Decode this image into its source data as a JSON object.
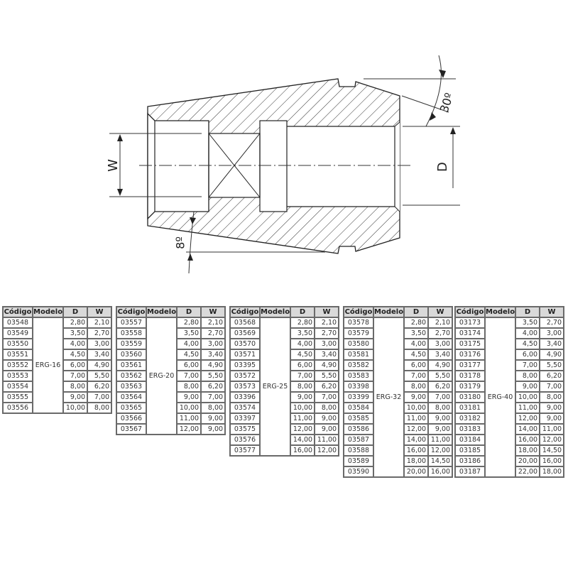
{
  "drawing": {
    "labels": {
      "w": "W",
      "d": "D",
      "angle_taper": "8º",
      "angle_nose": "30º"
    }
  },
  "tables": [
    {
      "headers": [
        "Código",
        "Modelo",
        "D",
        "W"
      ],
      "modelo": "ERG-16",
      "rows": [
        {
          "codigo": "03548",
          "d": "2,80",
          "w": "2,10"
        },
        {
          "codigo": "03549",
          "d": "3,50",
          "w": "2,70"
        },
        {
          "codigo": "03550",
          "d": "4,00",
          "w": "3,00"
        },
        {
          "codigo": "03551",
          "d": "4,50",
          "w": "3,40"
        },
        {
          "codigo": "03552",
          "d": "6,00",
          "w": "4,90"
        },
        {
          "codigo": "03553",
          "d": "7,00",
          "w": "5,50"
        },
        {
          "codigo": "03554",
          "d": "8,00",
          "w": "6,20"
        },
        {
          "codigo": "03555",
          "d": "9,00",
          "w": "7,00"
        },
        {
          "codigo": "03556",
          "d": "10,00",
          "w": "8,00"
        }
      ]
    },
    {
      "headers": [
        "Código",
        "Modelo",
        "D",
        "W"
      ],
      "modelo": "ERG-20",
      "rows": [
        {
          "codigo": "03557",
          "d": "2,80",
          "w": "2,10"
        },
        {
          "codigo": "03558",
          "d": "3,50",
          "w": "2,70"
        },
        {
          "codigo": "03559",
          "d": "4,00",
          "w": "3,00"
        },
        {
          "codigo": "03560",
          "d": "4,50",
          "w": "3,40"
        },
        {
          "codigo": "03561",
          "d": "6,00",
          "w": "4,90"
        },
        {
          "codigo": "03562",
          "d": "7,00",
          "w": "5,50"
        },
        {
          "codigo": "03563",
          "d": "8,00",
          "w": "6,20"
        },
        {
          "codigo": "03564",
          "d": "9,00",
          "w": "7,00"
        },
        {
          "codigo": "03565",
          "d": "10,00",
          "w": "8,00"
        },
        {
          "codigo": "03566",
          "d": "11,00",
          "w": "9,00"
        },
        {
          "codigo": "03567",
          "d": "12,00",
          "w": "9,00"
        }
      ]
    },
    {
      "headers": [
        "Código",
        "Modelo",
        "D",
        "W"
      ],
      "modelo": "ERG-25",
      "rows": [
        {
          "codigo": "03568",
          "d": "2,80",
          "w": "2,10"
        },
        {
          "codigo": "03569",
          "d": "3,50",
          "w": "2,70"
        },
        {
          "codigo": "03570",
          "d": "4,00",
          "w": "3,00"
        },
        {
          "codigo": "03571",
          "d": "4,50",
          "w": "3,40"
        },
        {
          "codigo": "03395",
          "d": "6,00",
          "w": "4,90"
        },
        {
          "codigo": "03572",
          "d": "7,00",
          "w": "5,50"
        },
        {
          "codigo": "03573",
          "d": "8,00",
          "w": "6,20"
        },
        {
          "codigo": "03396",
          "d": "9,00",
          "w": "7,00"
        },
        {
          "codigo": "03574",
          "d": "10,00",
          "w": "8,00"
        },
        {
          "codigo": "03397",
          "d": "11,00",
          "w": "9,00"
        },
        {
          "codigo": "03575",
          "d": "12,00",
          "w": "9,00"
        },
        {
          "codigo": "03576",
          "d": "14,00",
          "w": "11,00"
        },
        {
          "codigo": "03577",
          "d": "16,00",
          "w": "12,00"
        }
      ]
    },
    {
      "headers": [
        "Código",
        "Modelo",
        "D",
        "W"
      ],
      "modelo": "ERG-32",
      "rows": [
        {
          "codigo": "03578",
          "d": "2,80",
          "w": "2,10"
        },
        {
          "codigo": "03579",
          "d": "3,50",
          "w": "2,70"
        },
        {
          "codigo": "03580",
          "d": "4,00",
          "w": "3,00"
        },
        {
          "codigo": "03581",
          "d": "4,50",
          "w": "3,40"
        },
        {
          "codigo": "03582",
          "d": "6,00",
          "w": "4,90"
        },
        {
          "codigo": "03583",
          "d": "7,00",
          "w": "5,50"
        },
        {
          "codigo": "03398",
          "d": "8,00",
          "w": "6,20"
        },
        {
          "codigo": "03399",
          "d": "9,00",
          "w": "7,00"
        },
        {
          "codigo": "03584",
          "d": "10,00",
          "w": "8,00"
        },
        {
          "codigo": "03585",
          "d": "11,00",
          "w": "9,00"
        },
        {
          "codigo": "03586",
          "d": "12,00",
          "w": "9,00"
        },
        {
          "codigo": "03587",
          "d": "14,00",
          "w": "11,00"
        },
        {
          "codigo": "03588",
          "d": "16,00",
          "w": "12,00"
        },
        {
          "codigo": "03589",
          "d": "18,00",
          "w": "14,50"
        },
        {
          "codigo": "03590",
          "d": "20,00",
          "w": "16,00"
        }
      ]
    },
    {
      "headers": [
        "Código",
        "Modelo",
        "D",
        "W"
      ],
      "modelo": "ERG-40",
      "rows": [
        {
          "codigo": "03173",
          "d": "3,50",
          "w": "2,70"
        },
        {
          "codigo": "03174",
          "d": "4,00",
          "w": "3,00"
        },
        {
          "codigo": "03175",
          "d": "4,50",
          "w": "3,40"
        },
        {
          "codigo": "03176",
          "d": "6,00",
          "w": "4,90"
        },
        {
          "codigo": "03177",
          "d": "7,00",
          "w": "5,50"
        },
        {
          "codigo": "03178",
          "d": "8,00",
          "w": "6,20"
        },
        {
          "codigo": "03179",
          "d": "9,00",
          "w": "7,00"
        },
        {
          "codigo": "03180",
          "d": "10,00",
          "w": "8,00"
        },
        {
          "codigo": "03181",
          "d": "11,00",
          "w": "9,00"
        },
        {
          "codigo": "03182",
          "d": "12,00",
          "w": "9,00"
        },
        {
          "codigo": "03183",
          "d": "14,00",
          "w": "11,00"
        },
        {
          "codigo": "03184",
          "d": "16,00",
          "w": "12,00"
        },
        {
          "codigo": "03185",
          "d": "18,00",
          "w": "14,50"
        },
        {
          "codigo": "03186",
          "d": "20,00",
          "w": "16,00"
        },
        {
          "codigo": "03187",
          "d": "22,00",
          "w": "18,00"
        }
      ]
    }
  ]
}
